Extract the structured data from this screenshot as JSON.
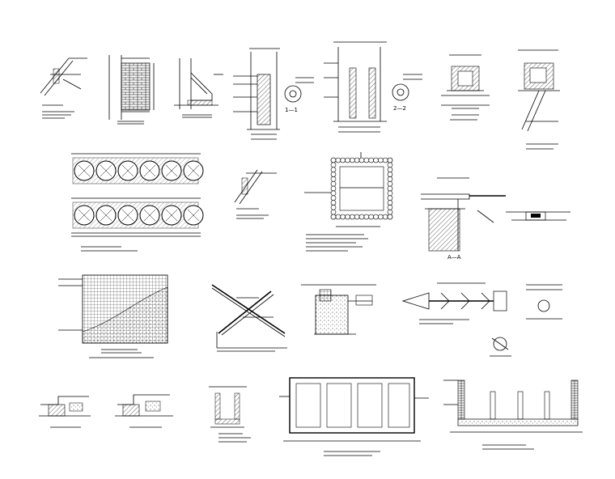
{
  "sheet": {
    "background": "#ffffff",
    "ink": "#000000",
    "drawings": [
      {
        "id": "d1"
      },
      {
        "id": "d2"
      },
      {
        "id": "d3"
      },
      {
        "id": "d4"
      },
      {
        "id": "d5"
      },
      {
        "id": "d6"
      },
      {
        "id": "d7"
      },
      {
        "id": "d8"
      },
      {
        "id": "d9"
      },
      {
        "id": "d10"
      },
      {
        "id": "d11"
      },
      {
        "id": "d12"
      },
      {
        "id": "d13"
      },
      {
        "id": "d14"
      },
      {
        "id": "d15"
      },
      {
        "id": "d16"
      },
      {
        "id": "d17"
      },
      {
        "id": "d18"
      },
      {
        "id": "d19"
      },
      {
        "id": "d20"
      }
    ],
    "section_labels": {
      "s1": "1—1",
      "s2": "2—2",
      "a": "A—A"
    }
  }
}
